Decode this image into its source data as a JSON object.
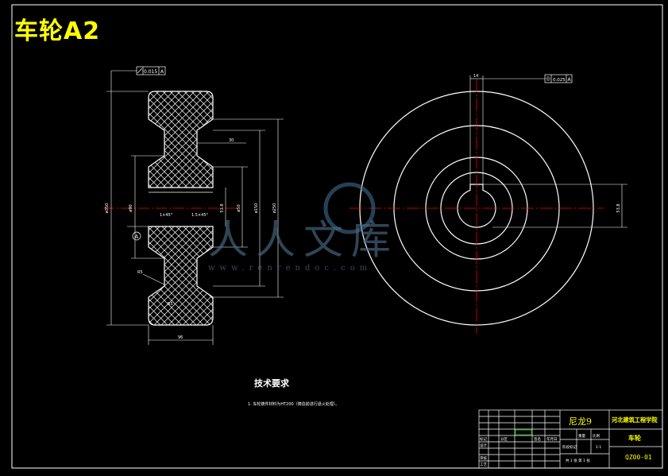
{
  "drawing": {
    "title": "车轮A2",
    "watermark_cn": "人人文库",
    "watermark_url": "www.renrendoc.com",
    "technical_requirements_title": "技术要求",
    "technical_requirements_note": "1. 车轮铸件材料为HT200（铸造前进行退火处理）。"
  },
  "dimensions": {
    "runout_tolerance": "0.015",
    "datum_label": "A",
    "keyway_tolerance": "0.025",
    "keyway_width": "14",
    "web_thickness": "30",
    "hub_width": "96",
    "chamfer_left": "1×45°",
    "chamfer_right": "1.5×45°",
    "fillet": "R5",
    "bottom_fillet": "R5",
    "keyway_depth": "53.8",
    "dia_outer": "ø350",
    "dia_hub": "ø90",
    "dia_web_in": "ø250",
    "dia_web_out": "ø150",
    "dia_bore": "ø50"
  },
  "title_block": {
    "material": "尼龙9",
    "school": "河北建筑工程学院",
    "part_name": "车轮",
    "drawing_no": "QZ00-01",
    "scale": "1:1",
    "sheet_info": "共 1 张  第 1 张",
    "row_labels": [
      "标记",
      "设计",
      "审核",
      "工艺"
    ],
    "col_labels": [
      "分区",
      "签名",
      "年月日"
    ],
    "labels_right": [
      "阶段标记",
      "重量",
      "比例"
    ]
  },
  "colors": {
    "line": "#ffffff",
    "center": "#ff0000",
    "title": "#ffff00",
    "hatch": "#ffffff",
    "block_green": "#00ff00"
  }
}
